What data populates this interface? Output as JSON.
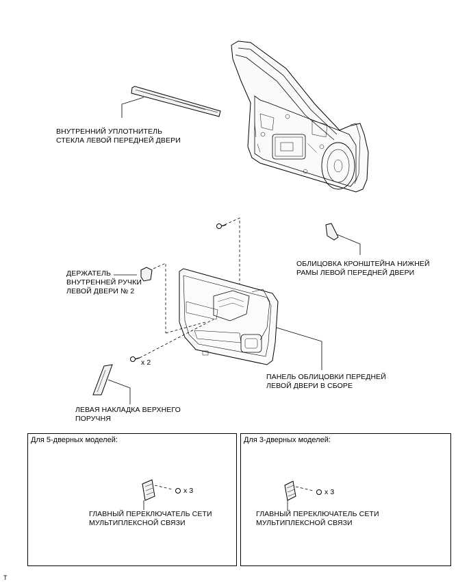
{
  "labels": {
    "glass_seal": [
      "ВНУТРЕННИЙ УПЛОТНИТЕЛЬ",
      "СТЕКЛА ЛЕВОЙ ПЕРЕДНЕЙ ДВЕРИ"
    ],
    "bracket_cover": [
      "ОБЛИЦОВКА КРОНШТЕЙНА НИЖНЕЙ",
      "РАМЫ ЛЕВОЙ ПЕРЕДНЕЙ ДВЕРИ"
    ],
    "handle_holder": [
      "ДЕРЖАТЕЛЬ",
      "ВНУТРЕННЕЙ РУЧКИ",
      "ЛЕВОЙ ДВЕРИ № 2"
    ],
    "door_panel": [
      "ПАНЕЛЬ ОБЛИЦОВКИ ПЕРЕДНЕЙ",
      "ЛЕВОЙ ДВЕРИ В СБОРЕ"
    ],
    "armrest_cover": [
      "ЛЕВАЯ НАКЛАДКА ВЕРХНЕГО",
      "ПОРУЧНЯ"
    ],
    "screw_qty_main": "x 2"
  },
  "boxes": [
    {
      "title": "Для 5-дверных моделей:",
      "part_label": [
        "ГЛАВНЫЙ ПЕРЕКЛЮЧАТЕЛЬ СЕТИ",
        "МУЛЬТИПЛЕКСНОЙ СВЯЗИ"
      ],
      "qty": "x 3"
    },
    {
      "title": "Для 3-дверных моделей:",
      "part_label": [
        "ГЛАВНЫЙ ПЕРЕКЛЮЧАТЕЛЬ СЕТИ",
        "МУЛЬТИПЛЕКСНОЙ СВЯЗИ"
      ],
      "qty": "x 3"
    }
  ],
  "footer": "T"
}
